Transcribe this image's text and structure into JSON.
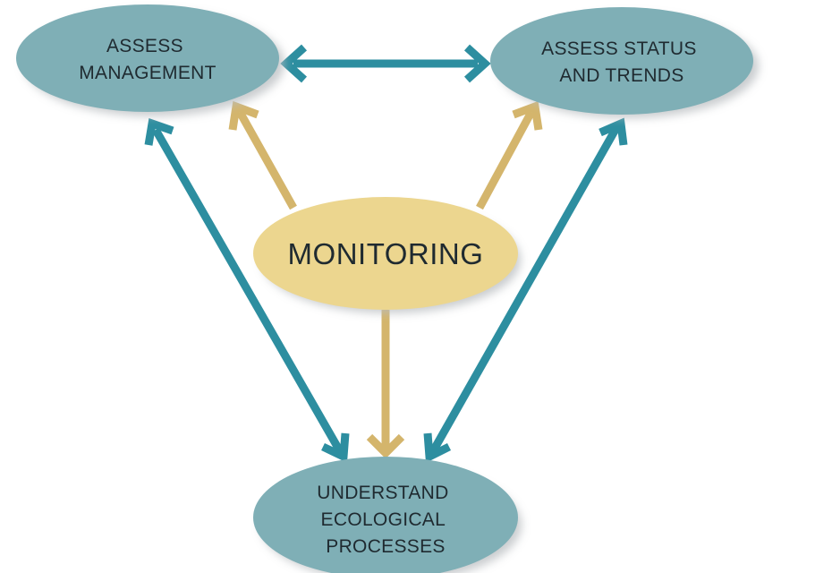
{
  "colors": {
    "teal_node": "#7fafb6",
    "teal_arrow": "#2d8ea0",
    "gold_node": "#ecd68f",
    "gold_arrow": "#d4b56c",
    "shadow": "#b8bcbf",
    "text": "#1f2a30"
  },
  "nodes": {
    "assess_management": {
      "lines": [
        "ASSESS",
        "MANAGEMENT"
      ]
    },
    "assess_status": {
      "lines": [
        "ASSESS STATUS",
        "AND TRENDS"
      ]
    },
    "monitoring": {
      "lines": [
        "MONITORING"
      ]
    },
    "understand": {
      "lines": [
        "UNDERSTAND",
        "ECOLOGICAL",
        "PROCESSES"
      ]
    }
  }
}
